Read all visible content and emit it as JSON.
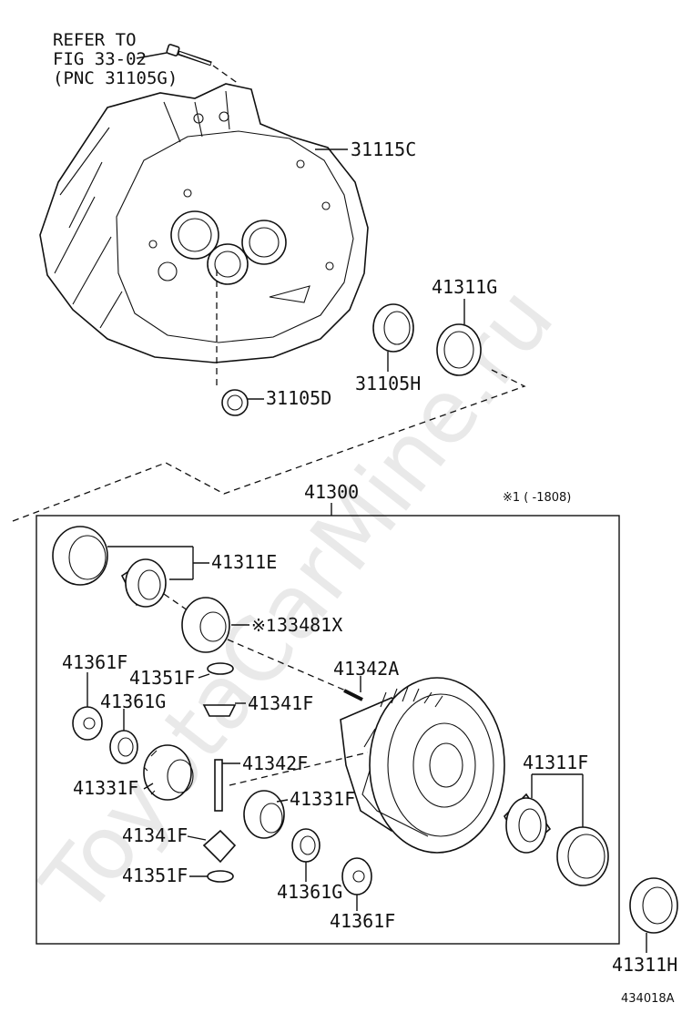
{
  "diagram": {
    "refer_note": [
      "REFER TO",
      "FIG 33-02",
      "(PNC 31105G)"
    ],
    "watermark": "ToyotaCarMine.ru",
    "assembly_label": "41300",
    "assembly_note": "※1 (     -1808)",
    "figure_code": "434018A",
    "callouts": {
      "p31115C": "31115C",
      "p41311G": "41311G",
      "p31105H": "31105H",
      "p31105D": "31105D",
      "p41311E": "41311E",
      "p33481X": "33481X",
      "p33481X_mark": "※1",
      "p41361F_a": "41361F",
      "p41351F_a": "41351F",
      "p41342A": "41342A",
      "p41361G_a": "41361G",
      "p41341F_a": "41341F",
      "p41342F": "41342F",
      "p41331F_a": "41331F",
      "p41331F_b": "41331F",
      "p41311F": "41311F",
      "p41341F_b": "41341F",
      "p41351F_b": "41351F",
      "p41361G_b": "41361G",
      "p41361F_b": "41361F",
      "p41311H": "41311H"
    }
  }
}
